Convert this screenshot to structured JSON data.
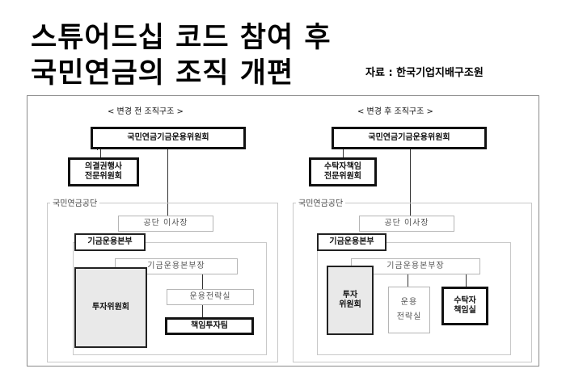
{
  "title": {
    "line1": "스튜어드십 코드 참여 후",
    "line2": "국민연금의 조직 개편"
  },
  "source": "자료 : 한국기업지배구조원",
  "before": {
    "heading": "< 변경 전 조직구조 >",
    "committee": "국민연금기금운용위원회",
    "expert_committee_line1": "의결권행사",
    "expert_committee_line2": "전문위원회",
    "nps": "국민연금공단",
    "chairman": "공단 이사장",
    "hq": "기금운용본부",
    "hq_head": "기금운용본부장",
    "invest_committee": "투자위원회",
    "strategy": "운용전략실",
    "responsible_team": "책임투자팀"
  },
  "after": {
    "heading": "< 변경 후 조직구조 >",
    "committee": "국민연금기금운용위원회",
    "expert_committee_line1": "수탁자책임",
    "expert_committee_line2": "전문위원회",
    "nps": "국민연금공단",
    "chairman": "공단 이사장",
    "hq": "기금운용본부",
    "hq_head": "기금운용본부장",
    "invest_committee_line1": "투자",
    "invest_committee_line2": "위원회",
    "strategy_line1": "운용",
    "strategy_line2": "전략실",
    "fiduciary_line1": "수탁자",
    "fiduciary_line2": "책임실"
  }
}
